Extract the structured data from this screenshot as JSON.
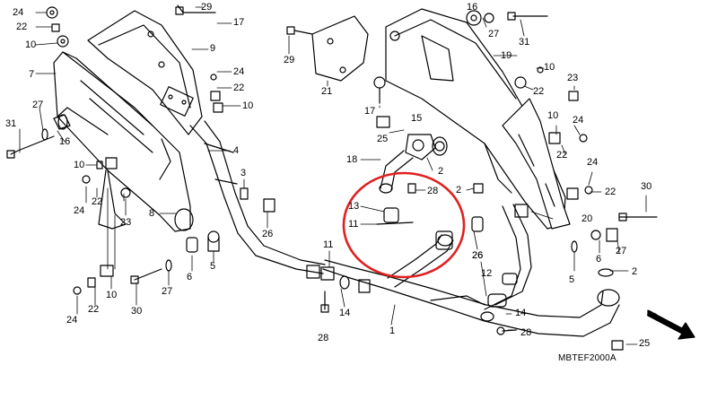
{
  "diagram": {
    "callouts": [
      {
        "id": "c1",
        "text": "24"
      },
      {
        "id": "c2",
        "text": "22"
      },
      {
        "id": "c3",
        "text": "10"
      },
      {
        "id": "c4",
        "text": "7"
      },
      {
        "id": "c5",
        "text": "31"
      },
      {
        "id": "c6",
        "text": "27"
      },
      {
        "id": "c7",
        "text": "16"
      },
      {
        "id": "c8",
        "text": "10"
      },
      {
        "id": "c9",
        "text": "22"
      },
      {
        "id": "c10",
        "text": "24"
      },
      {
        "id": "c11",
        "text": "23"
      },
      {
        "id": "c12",
        "text": "8"
      },
      {
        "id": "c13",
        "text": "29"
      },
      {
        "id": "c14",
        "text": "17"
      },
      {
        "id": "c15",
        "text": "9"
      },
      {
        "id": "c16",
        "text": "24"
      },
      {
        "id": "c17",
        "text": "22"
      },
      {
        "id": "c18",
        "text": "10"
      },
      {
        "id": "c19",
        "text": "4"
      },
      {
        "id": "c20",
        "text": "3"
      },
      {
        "id": "c21",
        "text": "26"
      },
      {
        "id": "c22",
        "text": "5"
      },
      {
        "id": "c23",
        "text": "6"
      },
      {
        "id": "c24",
        "text": "27"
      },
      {
        "id": "c25",
        "text": "10"
      },
      {
        "id": "c26",
        "text": "30"
      },
      {
        "id": "c27",
        "text": "22"
      },
      {
        "id": "c28",
        "text": "24"
      },
      {
        "id": "c29",
        "text": "29"
      },
      {
        "id": "c30",
        "text": "21"
      },
      {
        "id": "c31",
        "text": "17"
      },
      {
        "id": "c32",
        "text": "15"
      },
      {
        "id": "c33",
        "text": "25"
      },
      {
        "id": "c34",
        "text": "2"
      },
      {
        "id": "c35",
        "text": "18"
      },
      {
        "id": "c36",
        "text": "28"
      },
      {
        "id": "c37",
        "text": "13"
      },
      {
        "id": "c38",
        "text": "11"
      },
      {
        "id": "c39",
        "text": "2"
      },
      {
        "id": "c40",
        "text": "11"
      },
      {
        "id": "c41",
        "text": "14"
      },
      {
        "id": "c42",
        "text": "28"
      },
      {
        "id": "c43",
        "text": "1"
      },
      {
        "id": "c44",
        "text": "16"
      },
      {
        "id": "c45",
        "text": "26"
      },
      {
        "id": "c46",
        "text": "27"
      },
      {
        "id": "c47",
        "text": "31"
      },
      {
        "id": "c48",
        "text": "19"
      },
      {
        "id": "c49",
        "text": "10"
      },
      {
        "id": "c50",
        "text": "22"
      },
      {
        "id": "c51",
        "text": "23"
      },
      {
        "id": "c52",
        "text": "10"
      },
      {
        "id": "c53",
        "text": "24"
      },
      {
        "id": "c54",
        "text": "22"
      },
      {
        "id": "c55",
        "text": "24"
      },
      {
        "id": "c56",
        "text": "22"
      },
      {
        "id": "c57",
        "text": "20"
      },
      {
        "id": "c58",
        "text": "30"
      },
      {
        "id": "c59",
        "text": "6"
      },
      {
        "id": "c60",
        "text": "27"
      },
      {
        "id": "c61",
        "text": "2"
      },
      {
        "id": "c62",
        "text": "5"
      },
      {
        "id": "c63",
        "text": "26"
      },
      {
        "id": "c64",
        "text": "12"
      },
      {
        "id": "c65",
        "text": "14"
      },
      {
        "id": "c66",
        "text": "28"
      },
      {
        "id": "c67",
        "text": "25"
      }
    ],
    "diagram_code": "MBTEF2000A",
    "direction_label": "FR.",
    "highlight_color": "#e02020",
    "line_color": "#000000"
  }
}
